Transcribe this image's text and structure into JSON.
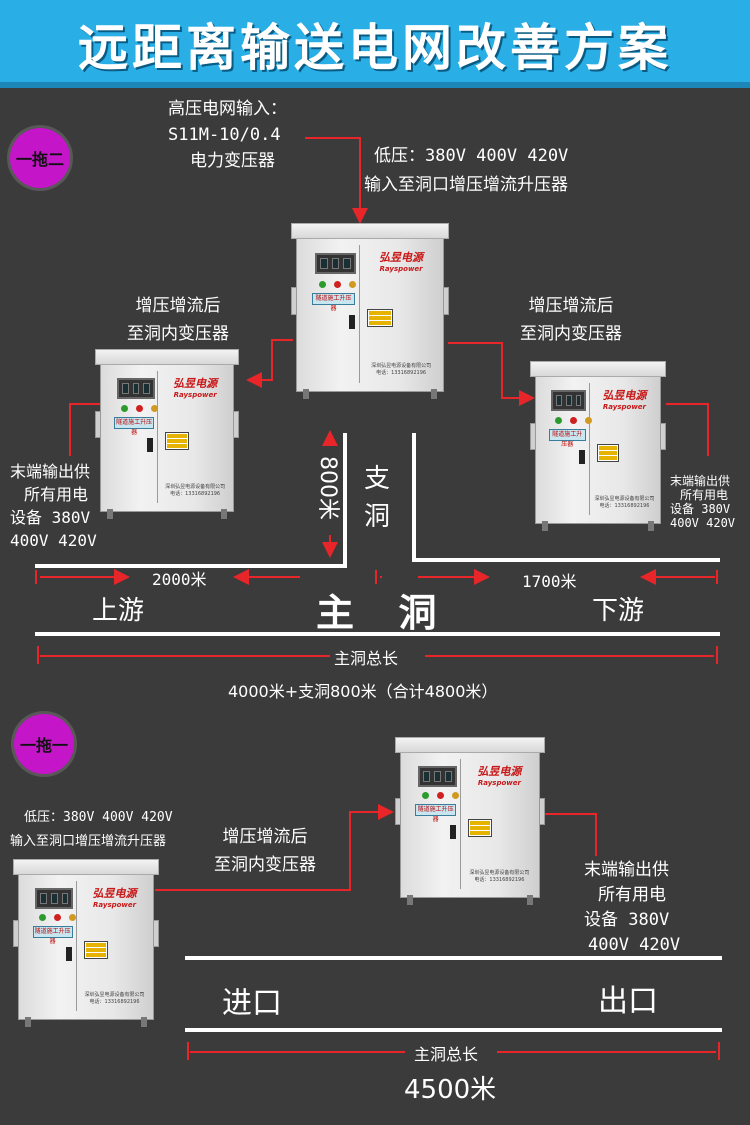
{
  "header": {
    "title": "远距离输送电网改善方案"
  },
  "section1": {
    "badge": "一拖二",
    "hv_input": [
      "高压电网输入：",
      "S11M-10/0.4",
      "电力变压器"
    ],
    "lv_input": [
      "低压：380V 400V 420V",
      "输入至洞口增压增流升压器"
    ],
    "boost_left": [
      "增压增流后",
      "至洞内变压器"
    ],
    "boost_right": [
      "增压增流后",
      "至洞内变压器"
    ],
    "output_left": [
      "末端输出供",
      "所有用电",
      "设备 380V",
      "400V 420V"
    ],
    "output_right": [
      "末端输出供",
      "所有用电",
      "设备 380V",
      "400V 420V"
    ],
    "branch_length": "800米",
    "branch_tunnel": [
      "支",
      "洞"
    ],
    "left_length": "2000米",
    "right_length": "1700米",
    "upstream": "上游",
    "main_tunnel": "主  洞",
    "downstream": "下游",
    "total_label": "主洞总长",
    "total_value": "4000米+支洞800米（合计4800米）"
  },
  "section2": {
    "badge": "一拖一",
    "lv_input": [
      "低压：380V 400V 420V",
      "输入至洞口增压增流升压器"
    ],
    "boost": [
      "增压增流后",
      "至洞内变压器"
    ],
    "output": [
      "末端输出供",
      "所有用电",
      "设备 380V",
      "400V 420V"
    ],
    "entrance": "进口",
    "exit": "出口",
    "total_label": "主洞总长",
    "total_value": "4500米"
  },
  "cabinet": {
    "logo": "弘昱电源",
    "logo_en": "Rayspower",
    "nameplate": "隧道施工升压器",
    "maker": "深圳弘昱电源设备有限公司",
    "phone": "电话：13316892196"
  },
  "colors": {
    "header": "#29aee6",
    "badge": "#c515c8",
    "arrow": "#e8262a",
    "background": "#3b3b3b",
    "lines": "#ffffff"
  }
}
